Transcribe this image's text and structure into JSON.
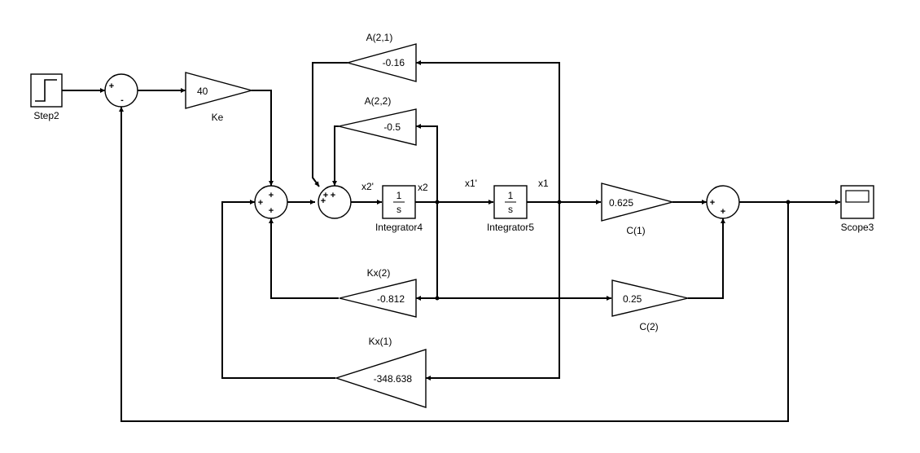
{
  "blocks": {
    "step": {
      "name": "Step2"
    },
    "ke": {
      "name": "Ke",
      "value": "40"
    },
    "a21": {
      "name": "A(2,1)",
      "value": "-0.16"
    },
    "a22": {
      "name": "A(2,2)",
      "value": "-0.5"
    },
    "int4": {
      "name": "Integrator4",
      "num": "1",
      "den": "s"
    },
    "int5": {
      "name": "Integrator5",
      "num": "1",
      "den": "s"
    },
    "c1": {
      "name": "C(1)",
      "value": "0.625"
    },
    "c2": {
      "name": "C(2)",
      "value": "0.25"
    },
    "kx2": {
      "name": "Kx(2)",
      "value": "-0.812"
    },
    "kx1": {
      "name": "Kx(1)",
      "value": "-348.638"
    },
    "scope": {
      "name": "Scope3"
    }
  },
  "signals": {
    "x2p": "x2'",
    "x2": "x2",
    "x1p": "x1'",
    "x1": "x1"
  },
  "sum_signs": {
    "plus": "+",
    "minus": "-"
  }
}
